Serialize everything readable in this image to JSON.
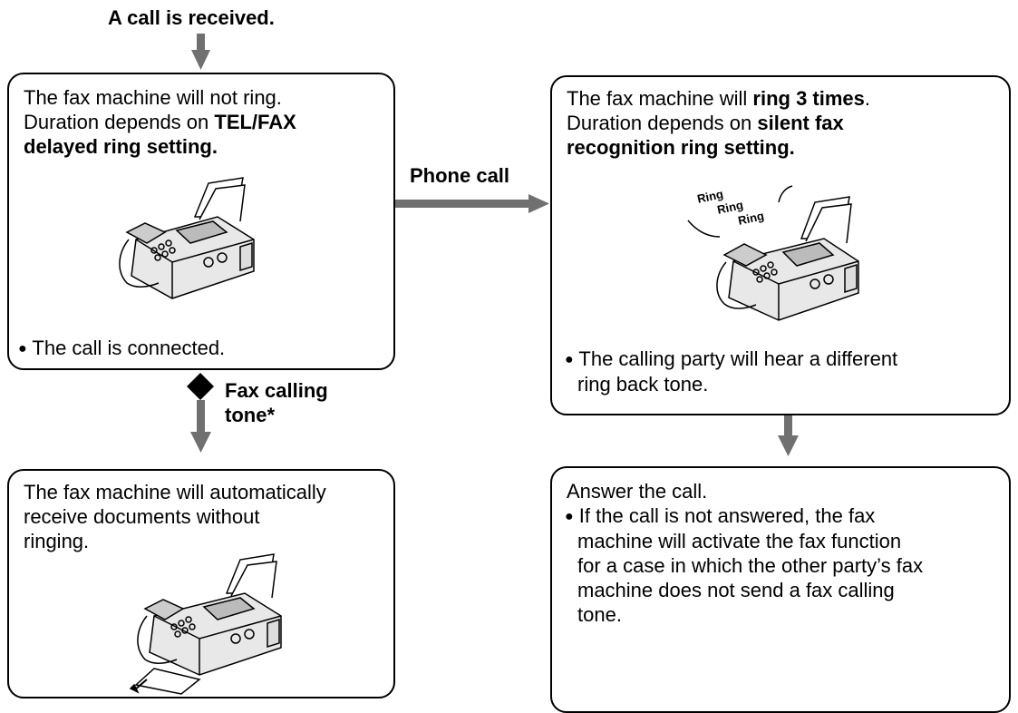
{
  "start": {
    "label": "A call is received."
  },
  "box_no_ring": {
    "line1": "The fax machine will not ring.",
    "line2_plain": "Duration depends on ",
    "line2_bold": "TEL/FAX",
    "line3_bold": "delayed ring setting.",
    "bullet": "The call is connected.",
    "illustration": "fax-machine-icon"
  },
  "edge_phone": {
    "label": "Phone call"
  },
  "edge_fax": {
    "label_line1": "Fax calling",
    "label_line2": "tone*"
  },
  "box_ring": {
    "line1_plain": "The fax machine will ",
    "line1_bold": "ring 3 times",
    "line1_end": ".",
    "line2_plain": "Duration depends on ",
    "line2_bold": "silent fax",
    "line3_bold": "recognition ring setting.",
    "ring_words": [
      "Ring",
      "Ring",
      "Ring"
    ],
    "bullet_line1": "The calling party will hear a different",
    "bullet_line2": "ring back tone.",
    "illustration": "ringing-fax-machine-icon"
  },
  "box_receive": {
    "line1": "The fax machine will automatically",
    "line2": "receive documents without",
    "line3": "ringing.",
    "illustration": "fax-machine-printing-icon"
  },
  "box_answer": {
    "title": "Answer the call.",
    "bullet_lines": [
      "If the call is not answered, the fax",
      "machine will activate the fax function",
      "for a case in which the other party’s fax",
      "machine does not send a fax calling",
      "tone."
    ]
  },
  "colors": {
    "arrow": "#707070",
    "border": "#000000",
    "text": "#000000"
  }
}
